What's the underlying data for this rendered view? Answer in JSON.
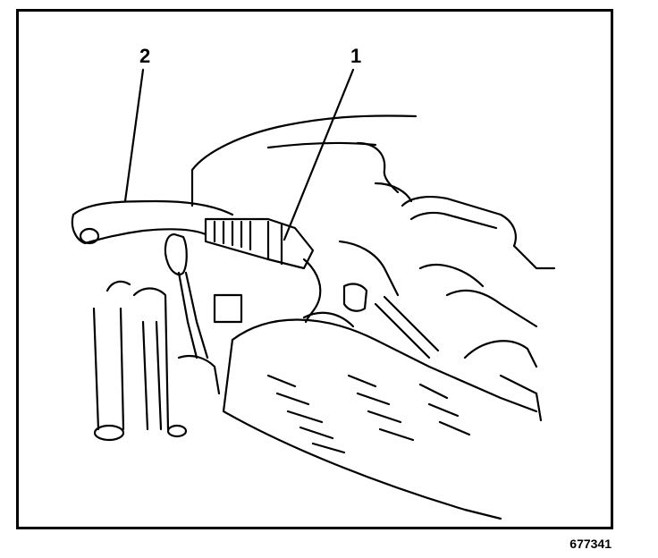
{
  "figure": {
    "callouts": [
      {
        "label": "1"
      },
      {
        "label": "2"
      }
    ],
    "figure_id": "677341"
  }
}
